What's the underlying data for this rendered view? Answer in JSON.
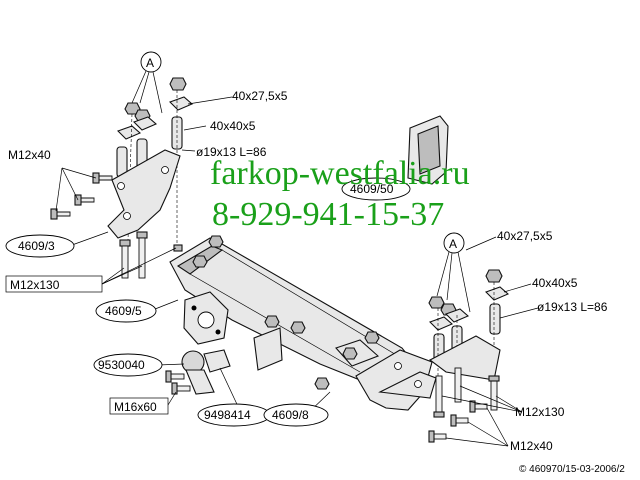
{
  "callouts": {
    "a_top": "A",
    "a_right": "A"
  },
  "labels": {
    "plate_top_left": "40x27,5x5",
    "square_top_left": "40x40x5",
    "sleeve_top_left": "ø19x13 L=86",
    "bolts_top_left": "M12x40",
    "part_4609_3": "4609/3",
    "bolts_long_left": "M12x130",
    "part_4609_5": "4609/5",
    "part_9530040": "9530040",
    "bolt_m16": "M16x60",
    "part_9498414": "9498414",
    "part_4609_8": "4609/8",
    "part_4609_50": "4609/50",
    "plate_right": "40x27,5x5",
    "square_right": "40x40x5",
    "sleeve_right": "ø19x13 L=86",
    "bolts_long_right": "M12x130",
    "bolts_right": "M12x40"
  },
  "watermark": {
    "url": "farkop-westfalia.ru",
    "phone": "8-929-941-15-37"
  },
  "copyright": "© 460970/15-03-2006/2",
  "colors": {
    "watermark": "#1aa01a",
    "line": "#000000",
    "part_fill": "#e8e8e8"
  }
}
